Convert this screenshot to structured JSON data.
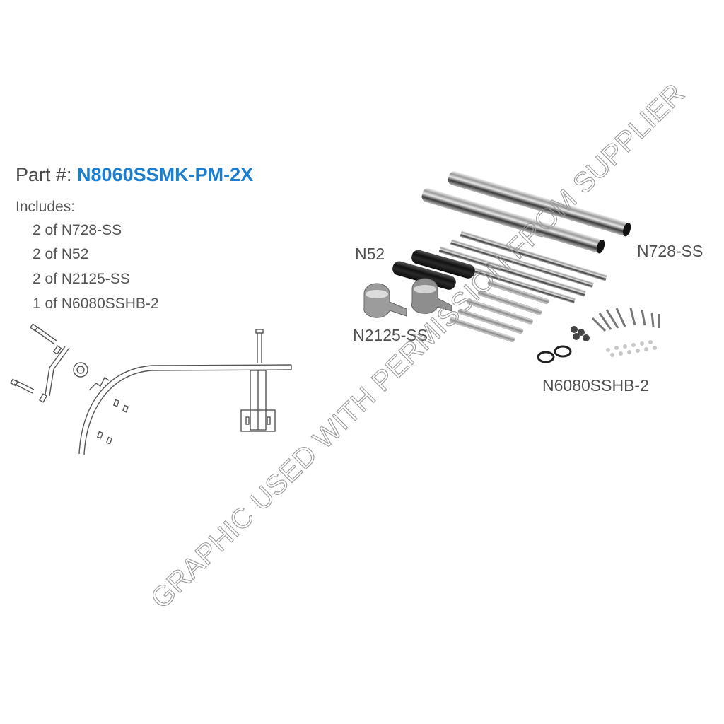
{
  "header": {
    "part_prefix": "Part #: ",
    "part_number": "N8060SSMK-PM-2X",
    "part_number_color": "#1a7fd0"
  },
  "includes": {
    "label": "Includes:",
    "items": [
      "2 of N728-SS",
      "2 of N52",
      "2 of N2125-SS",
      "1 of N6080SSHB-2"
    ]
  },
  "callouts": {
    "n52": "N52",
    "n728": "N728-SS",
    "n2125": "N2125-SS",
    "n6080": "N6080SSHB-2"
  },
  "watermark": "GRAPHIC USED WITH PERMISSION FROM SUPPLIER"
}
